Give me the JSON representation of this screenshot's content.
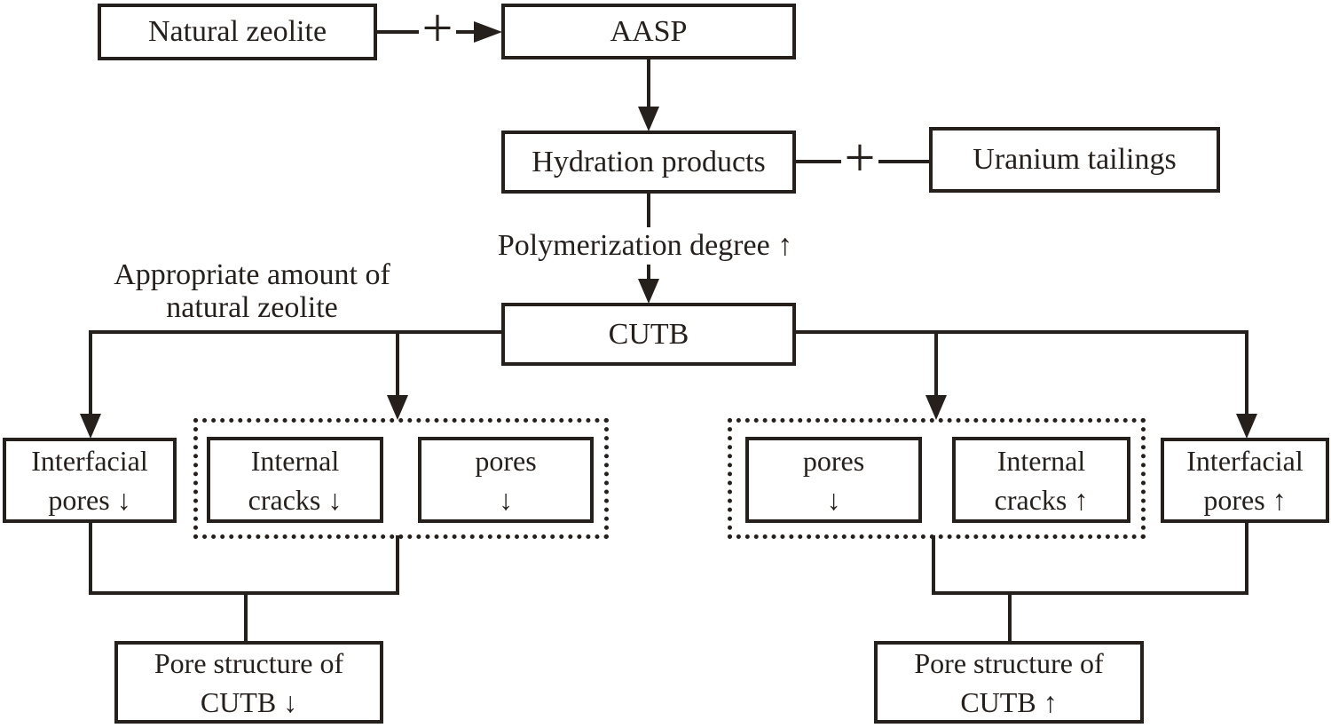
{
  "diagram": {
    "type": "flowchart",
    "colors": {
      "ink": "#26201d",
      "background": "#ffffff"
    },
    "nodes": {
      "natural_zeolite": "Natural zeolite",
      "aasp": "AASP",
      "hydration_products": "Hydration products",
      "uranium_tailings": "Uranium tailings",
      "cutb": "CUTB",
      "interfacial_pores_down": [
        "Interfacial",
        "pores ↓"
      ],
      "internal_cracks_down": [
        "Internal",
        "cracks ↓"
      ],
      "pores_down_left": [
        "pores",
        "↓"
      ],
      "pores_down_right": [
        "pores",
        "↓"
      ],
      "internal_cracks_up": [
        "Internal",
        "cracks ↑"
      ],
      "interfacial_pores_up": [
        "Interfacial",
        "pores ↑"
      ],
      "pore_structure_cutb_down": [
        "Pore structure of",
        "CUTB ↓"
      ],
      "pore_structure_cutb_up": [
        "Pore structure of",
        "CUTB ↑"
      ]
    },
    "labels": {
      "plus_left": "+",
      "plus_right": "+",
      "polymerization_degree": "Polymerization degree ↑",
      "appropriate_amount": [
        "Appropriate amount of",
        "natural zeolite"
      ]
    }
  }
}
